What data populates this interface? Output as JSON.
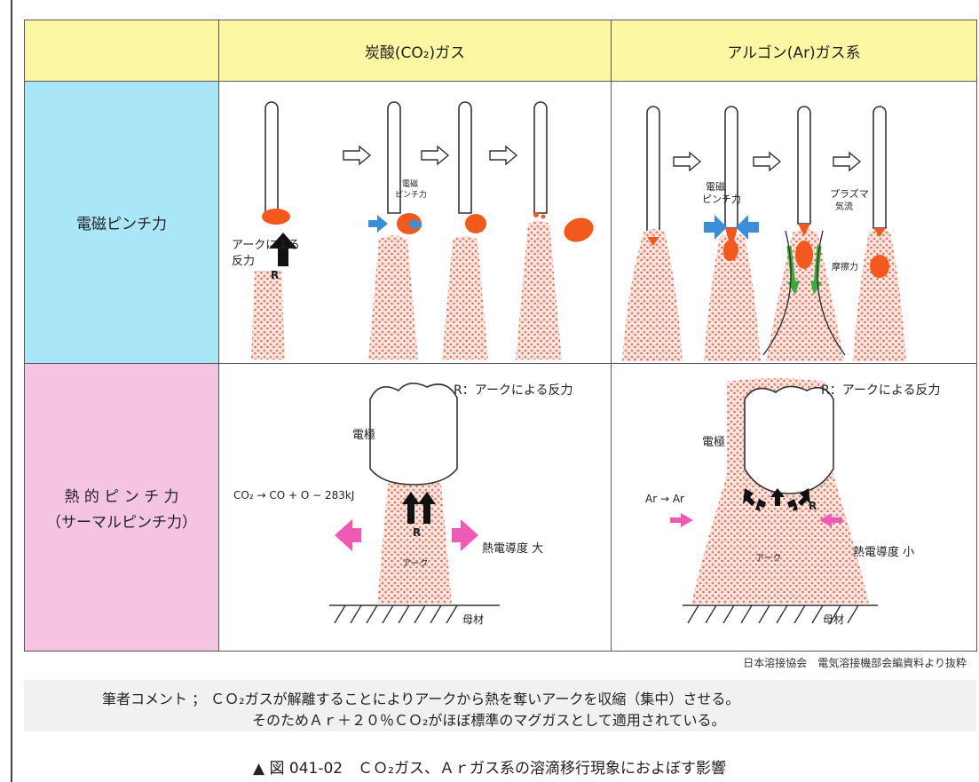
{
  "header": {
    "col1": "炭酸(CO₂)ガス",
    "col2": "アルゴン(Ar)ガス系"
  },
  "rows": {
    "row1": "電磁ピンチ力",
    "row2_line1": "熱 的 ピ ン チ 力",
    "row2_line2": "（サーマルピンチ力）"
  },
  "cells": {
    "co2_em": {
      "reaction_label_l1": "アークによる",
      "reaction_label_l2": "反力",
      "r": "R",
      "pinch_l1": "電磁",
      "pinch_l2": "ピンチ力"
    },
    "ar_em": {
      "pinch_l1": "電磁",
      "pinch_l2": "ピンチ力",
      "plasma_l1": "プラズマ",
      "plasma_l2": "気流",
      "friction": "摩擦力"
    },
    "co2_th": {
      "r_note": "R：アークによる反力",
      "electrode": "電極",
      "equation": "CO₂ → CO + O − 283kJ",
      "r": "R",
      "conductivity": "熱電導度  大",
      "arc": "アーク",
      "base": "母材"
    },
    "ar_th": {
      "r_note": "R：アークによる反力",
      "electrode": "電極",
      "equation": "Ar → Ar",
      "r": "R",
      "conductivity": "熱電導度  小",
      "arc": "アーク",
      "base": "母材"
    }
  },
  "source": "日本溶接協会　電気溶接機部会編資料より抜粋",
  "comment": {
    "line1": "筆者コメント ； ＣＯ₂ガスが解離することによりアークから熱を奪いアークを収縮（集中）させる。",
    "line2": "そのためＡｒ＋２０％ＣＯ₂がほぼ標準のマグガスとして適用されている。"
  },
  "caption": "▲ 図 041-02　ＣＯ₂ガス、Ａｒガス系の溶滴移行現象におよぼす影響",
  "colors": {
    "header_bg": "#fbf7a3",
    "row1_bg": "#a9e6f7",
    "row2_bg": "#f4c4e2",
    "droplet": "#f25a1d",
    "arc_dots": "#e9a08f",
    "blue_arrow": "#3a8fd8",
    "green_arrow": "#3caa3c",
    "pink_arrow": "#ee5ab4"
  }
}
